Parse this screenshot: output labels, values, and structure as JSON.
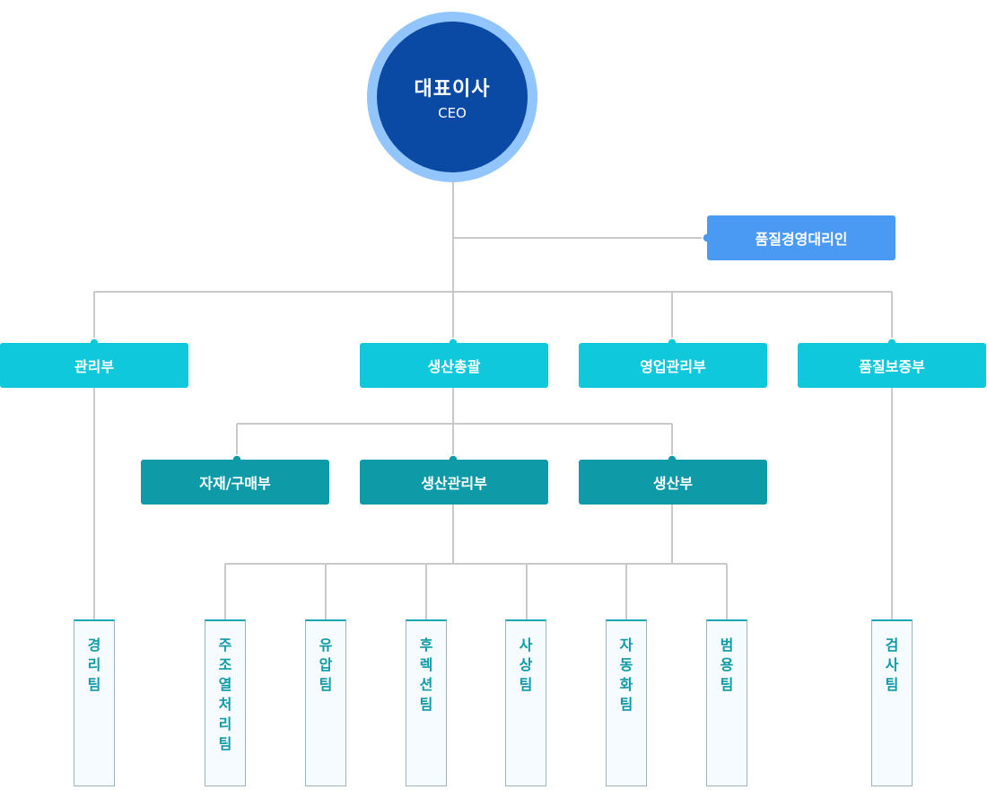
{
  "colors": {
    "connector_line": "#c9c9c9",
    "ceo_ring": "#93c5fd",
    "ceo_fill": "#0a4aa4",
    "deputy_fill": "#4a9af3",
    "department_fill": "#10c8dc",
    "sub_department_fill": "#0e9aa6",
    "team_text": "#0e9aa6"
  },
  "ceo": {
    "title": "대표이사",
    "subtitle": "CEO"
  },
  "quality_deputy": {
    "label": "품질경영대리인"
  },
  "departments": [
    {
      "label": "관리부"
    },
    {
      "label": "생산총괄"
    },
    {
      "label": "영업관리부"
    },
    {
      "label": "품질보증부"
    }
  ],
  "sub_departments": [
    {
      "label": "자재/구매부"
    },
    {
      "label": "생산관리부"
    },
    {
      "label": "생산부"
    }
  ],
  "teams": [
    {
      "label": "경리팀"
    },
    {
      "label": "주조열처리팀"
    },
    {
      "label": "유압팀"
    },
    {
      "label": "후렉션팀"
    },
    {
      "label": "사상팀"
    },
    {
      "label": "자동화팀"
    },
    {
      "label": "범용팀"
    },
    {
      "label": "검사팀"
    }
  ]
}
